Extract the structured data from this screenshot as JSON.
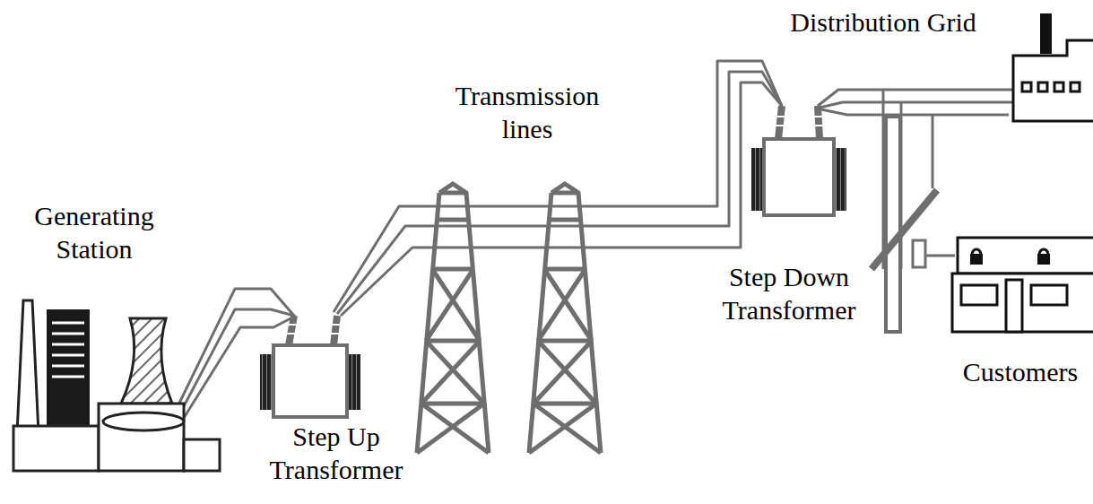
{
  "diagram": {
    "labels": [
      "Distribution Grid",
      "Transmission lines",
      "Generating Station",
      "Step Down Transformer",
      "Customers",
      "Step Up Transformer"
    ]
  }
}
